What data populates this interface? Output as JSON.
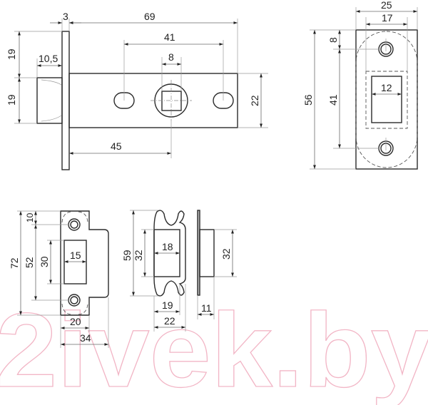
{
  "drawing": {
    "subject": "Door latch technical drawing with dimensions (mm)",
    "latch_side_view": {
      "dimensions": {
        "faceplate_thickness": "3",
        "body_length": "69",
        "mounting_holes_spacing": "41",
        "spindle_square": "8",
        "bolt_projection": "10,5",
        "upper_half_height": "19",
        "lower_half_height": "19",
        "body_height": "22",
        "backset": "45"
      }
    },
    "faceplate_front_view": {
      "dimensions": {
        "width": "25",
        "inner_width": "17",
        "top_hole_offset": "8",
        "height": "56",
        "hole_spacing": "41",
        "bolt_window": "12"
      }
    },
    "strike_plate": {
      "dimensions": {
        "top_hole_offset": "10",
        "height": "72",
        "hole_spacing": "52",
        "window_height": "30",
        "window_width": "15",
        "plate_width": "20",
        "total_width": "34"
      }
    },
    "strike_box_front": {
      "dimensions": {
        "height": "59",
        "inner_height": "32",
        "inner_width": "18",
        "box_width": "19",
        "flange_width": "22"
      }
    },
    "strike_box_side": {
      "dimensions": {
        "height": "32",
        "depth": "11"
      }
    }
  },
  "watermark": {
    "text": "2ivek.by",
    "color": "#f2b6c6"
  },
  "colors": {
    "line": "#2b2b2b",
    "dimension": "#6a6a6a"
  }
}
